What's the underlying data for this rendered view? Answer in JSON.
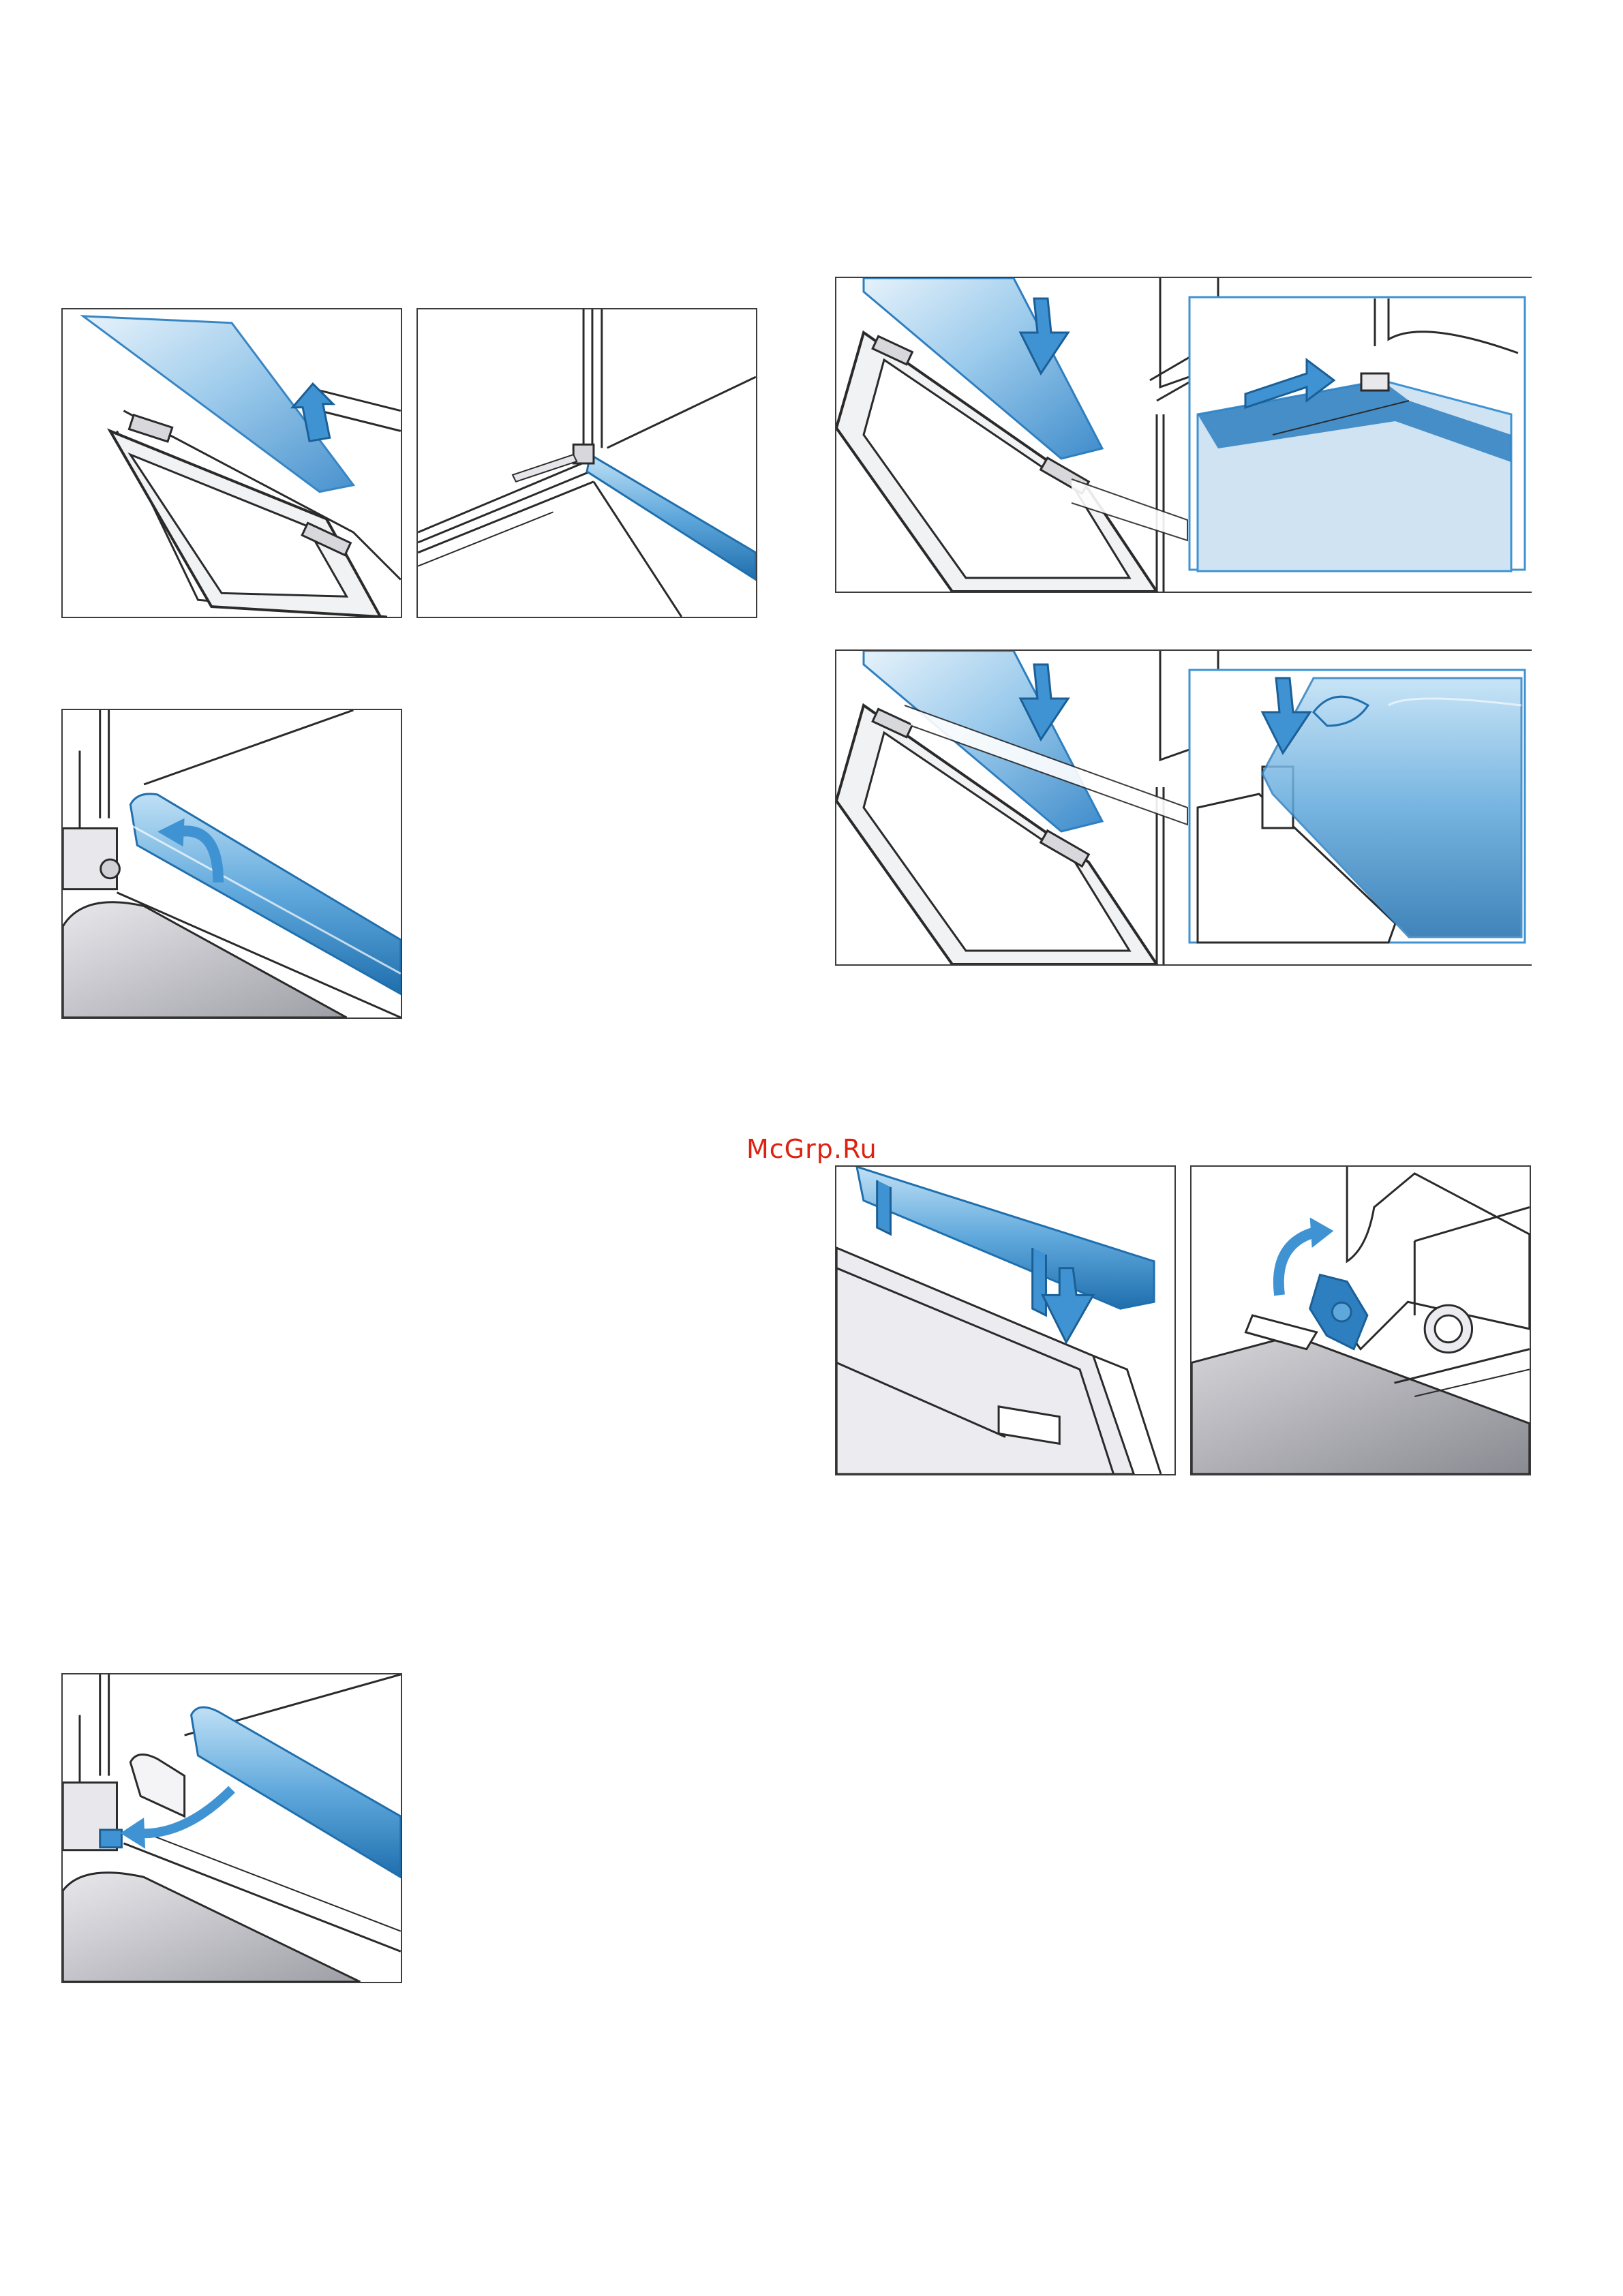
{
  "watermark": {
    "text": "McGrp.Ru",
    "color": "#dd2211"
  },
  "colors": {
    "glass": "#7fb8e0",
    "glass_dark": "#2e7fc0",
    "arrow": "#3f93d2",
    "inset": "#cfe3f3",
    "line": "#2a2a2a",
    "floor": "#c7c7cc"
  },
  "figures": [
    {
      "id": "fig-1",
      "content": "lifting-glass-pane-off-door"
    },
    {
      "id": "fig-2",
      "content": "door-hinge-corner-view"
    },
    {
      "id": "fig-3",
      "content": "folding-up-door-strip"
    },
    {
      "id": "fig-4",
      "content": "removing-door-strip-from-hinge"
    },
    {
      "id": "fig-5",
      "content": "inserting-glass-pane-into-guide"
    },
    {
      "id": "fig-6",
      "content": "pressing-glass-pane-into-holder"
    },
    {
      "id": "fig-7",
      "content": "pressing-strip-onto-door-top"
    },
    {
      "id": "fig-8",
      "content": "turning-locking-lever-on-hinge"
    }
  ]
}
